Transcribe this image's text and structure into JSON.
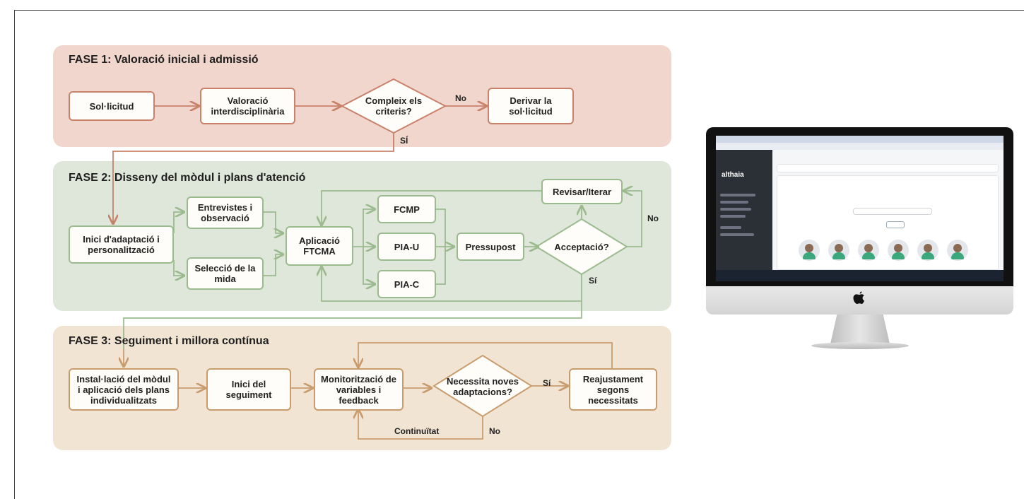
{
  "phases": {
    "phase1": {
      "title": "FASE 1: Valoració inicial i admissió",
      "nodes": {
        "sollicitud": "Sol·licitud",
        "valoracio": "Valoració interdisciplinària",
        "criteris": "Compleix els criteris?",
        "derivar": "Derivar la sol·licitud"
      },
      "labels": {
        "no": "No",
        "si": "SÍ"
      }
    },
    "phase2": {
      "title": "FASE 2: Disseny del mòdul i plans d'atenció",
      "nodes": {
        "inici": "Inici d'adaptació i personalització",
        "entrevistes": "Entrevistes i observació",
        "seleccio": "Selecció de la mida",
        "aplicacio": "Aplicació FTCMA",
        "fcmp": "FCMP",
        "piau": "PIA-U",
        "piac": "PIA-C",
        "pressupost": "Pressupost",
        "acceptacio": "Acceptació?",
        "revisar": "Revisar/Iterar"
      },
      "labels": {
        "no": "No",
        "si": "Sí"
      }
    },
    "phase3": {
      "title": "FASE 3: Seguiment i millora contínua",
      "nodes": {
        "installacio": "Instal·lació del mòdul i aplicació dels plans individualitzats",
        "seguiment": "Inici del seguiment",
        "monitoritzacio": "Monitorització de variables i feedback",
        "necessita": "Necessita noves adaptacions?",
        "reajustament": "Reajustament segons necessitats"
      },
      "labels": {
        "si": "Sí",
        "no": "No",
        "continuitat": "Continuïtat"
      }
    }
  },
  "colors": {
    "phase1_bg": "#f0d6cc",
    "phase2_bg": "#dfe6da",
    "phase3_bg": "#f2e4d3",
    "phase1_line": "#c9826a",
    "phase2_line": "#9bbb8f",
    "phase3_line": "#c99c6e"
  },
  "computer": {
    "screen_logo": "althaia",
    "icons": [
      "apple-icon"
    ]
  }
}
